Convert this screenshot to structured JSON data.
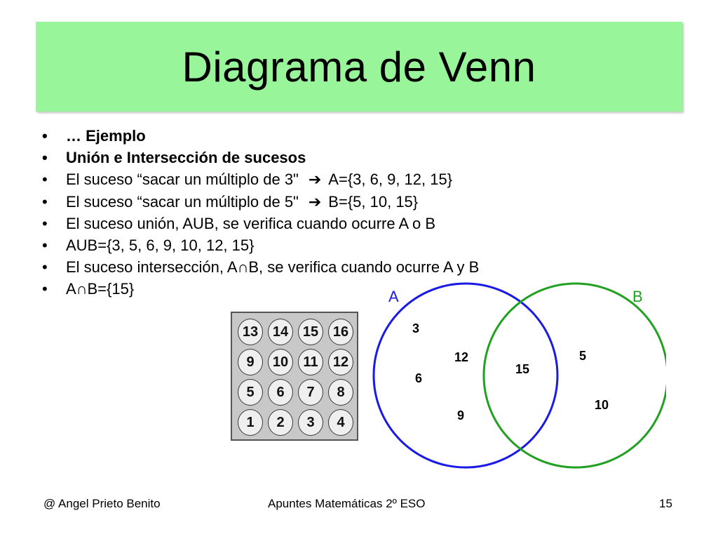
{
  "slide": {
    "title": "Diagrama de Venn",
    "bullets": [
      {
        "text": "… Ejemplo",
        "bold": true
      },
      {
        "text": "Unión e Intersección de sucesos",
        "bold": true
      },
      {
        "text": "El suceso “sacar un múltiplo de 3\"",
        "arrow": "➔",
        "after": "A={3, 6, 9, 12, 15}"
      },
      {
        "text": "El suceso “sacar un múltiplo de 5\"",
        "arrow": "➔",
        "after": "B={5, 10, 15}"
      },
      {
        "text": "El suceso unión, AUB, se verifica cuando ocurre A o B"
      },
      {
        "text": "AUB={3, 5, 6, 9, 10, 12, 15}"
      },
      {
        "text": "El suceso intersección, A∩B, se verifica cuando ocurre A y B"
      },
      {
        "text": "A∩B={15}"
      }
    ],
    "bullet_symbol": "•"
  },
  "grid": {
    "rows": [
      [
        "13",
        "14",
        "15",
        "16"
      ],
      [
        "9",
        "10",
        "11",
        "12"
      ],
      [
        "5",
        "6",
        "7",
        "8"
      ],
      [
        "1",
        "2",
        "3",
        "4"
      ]
    ]
  },
  "venn": {
    "set_a": {
      "label": "A",
      "color": "#1a1ae6",
      "only": [
        "3",
        "12",
        "6",
        "9"
      ]
    },
    "set_b": {
      "label": "B",
      "color": "#22a022",
      "only": [
        "5",
        "10"
      ]
    },
    "intersection": [
      "15"
    ]
  },
  "footer": {
    "author": "@ Angel Prieto Benito",
    "course": "Apuntes Matemáticas 2º ESO",
    "page": "15"
  }
}
